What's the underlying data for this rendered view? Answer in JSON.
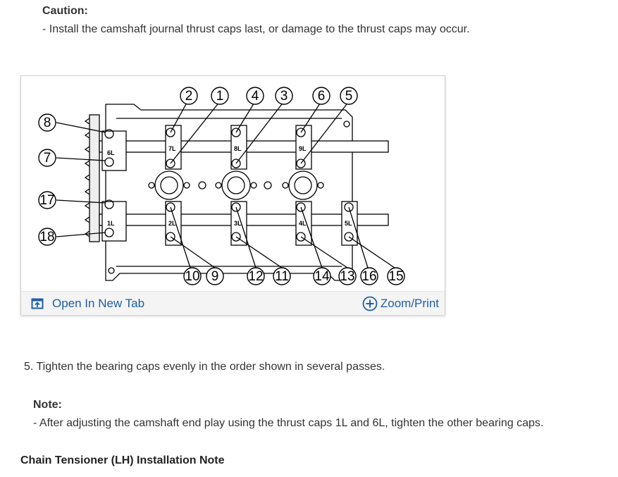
{
  "caution": {
    "title": "Caution:",
    "text": "- Install the camshaft journal thrust caps last, or damage to the thrust caps may occur."
  },
  "figure": {
    "open_tab_label": "Open In New Tab",
    "zoom_print_label": "Zoom/Print",
    "callouts": {
      "c1": "1",
      "c2": "2",
      "c3": "3",
      "c4": "4",
      "c5": "5",
      "c6": "6",
      "c7": "7",
      "c8": "8",
      "c9": "9",
      "c10": "10",
      "c11": "11",
      "c12": "12",
      "c13": "13",
      "c14": "14",
      "c15": "15",
      "c16": "16",
      "c17": "17",
      "c18": "18"
    },
    "cap_labels": {
      "l1": "1L",
      "l2": "2L",
      "l3": "3L",
      "l4": "4L",
      "l5": "5L",
      "l6": "6L",
      "l7": "7L",
      "l8": "8L",
      "l9": "9L"
    }
  },
  "step": {
    "text": "5. Tighten the bearing caps evenly in the order shown in several passes."
  },
  "note": {
    "title": "Note:",
    "text": "- After adjusting the camshaft end play using the thrust caps 1L and 6L, tighten the other bearing caps."
  },
  "section": {
    "heading": "Chain Tensioner (LH) Installation Note"
  }
}
